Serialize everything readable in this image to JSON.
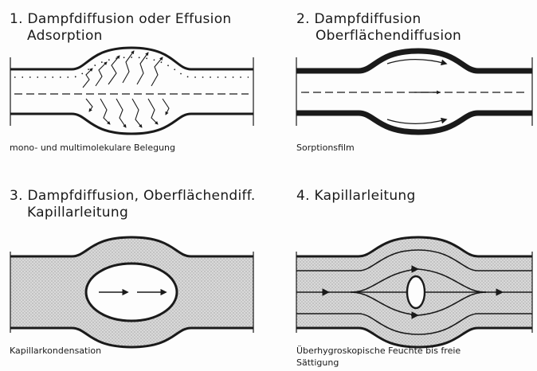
{
  "panels": [
    {
      "title_line1": "1. Dampfdiffusion oder Effusion",
      "title_line2": "Adsorption",
      "caption_line1": "mono- und multimolekulare Belegung"
    },
    {
      "title_line1": "2. Dampfdiffusion",
      "title_line2": "Oberflächendiffusion",
      "caption_line1": "Sorptionsfilm"
    },
    {
      "title_line1": "3. Dampfdiffusion, Oberflächendiff.",
      "title_line2": "Kapillarleitung",
      "caption_line1": "Kapillarkondensation"
    },
    {
      "title_line1": "4. Kapillarleitung",
      "caption_line1": "Überhygroskopische Feuchte bis freie",
      "caption_line2": "Sättigung"
    }
  ],
  "colors": {
    "ink": "#1a1a1a",
    "fill": "#d6d6d6"
  }
}
